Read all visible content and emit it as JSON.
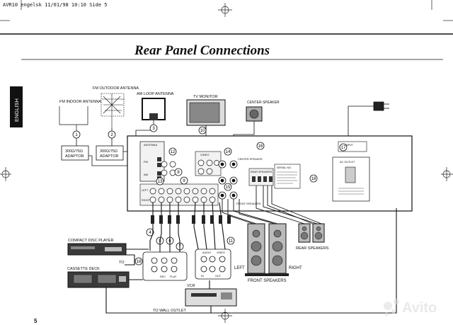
{
  "header": {
    "job_line": "AVR10 engelsk  11/01/98 10:10  Side 5",
    "title": "Rear Panel Connections"
  },
  "side_tab": {
    "label": "ENGLISH"
  },
  "page_number": "5",
  "watermark": {
    "text": "Avito"
  },
  "labels": {
    "fm_outdoor": "FM OUTDOOR ANTENNA",
    "fm_indoor": "FM INDOOR ANTENNA",
    "am_loop": "AM LOOP ANTENNA",
    "tv_monitor": "TV MONITOR",
    "center_speaker": "CENTER SPEAKER",
    "adaptor1_l1": "300Ω/75Ω",
    "adaptor1_l2": "ADAPTOR",
    "adaptor2_l1": "300Ω/75Ω",
    "adaptor2_l2": "ADAPTOR",
    "compact_disc_player": "COMPACT DISC PLAYER",
    "cassette_deck": "CASSETTE DECK",
    "to_18": "TO",
    "vcr": "VCR",
    "to_wall_outlet": "TO WALL OUTLET",
    "left": "LEFT",
    "right": "RIGHT",
    "front_speakers": "FRONT SPEAKERS",
    "rear_speakers": "REAR SPEAKERS",
    "panel_antenna": "ANTENNA",
    "panel_fm": "FM",
    "panel_am": "AM",
    "panel_video": "VIDEO",
    "panel_audio": "AUDIO",
    "panel_serial": "SERIAL NO.",
    "panel_ac_input": "AC INPUT",
    "panel_ac_outlet": "AC OUTLET",
    "panel_rear_speakers": "REAR SPEAKERS",
    "panel_center_speaker": "CENTER SPEAKER",
    "panel_front_speakers": "FRONT SPEAKERS",
    "panel_rec": "REC",
    "panel_play": "PLAY",
    "panel_in": "IN",
    "panel_out": "OUT"
  },
  "callouts": [
    "1",
    "2",
    "3",
    "4",
    "5",
    "6",
    "7",
    "10",
    "11",
    "12",
    "13",
    "14",
    "15",
    "16",
    "17",
    "18",
    "18",
    "9",
    "8"
  ]
}
